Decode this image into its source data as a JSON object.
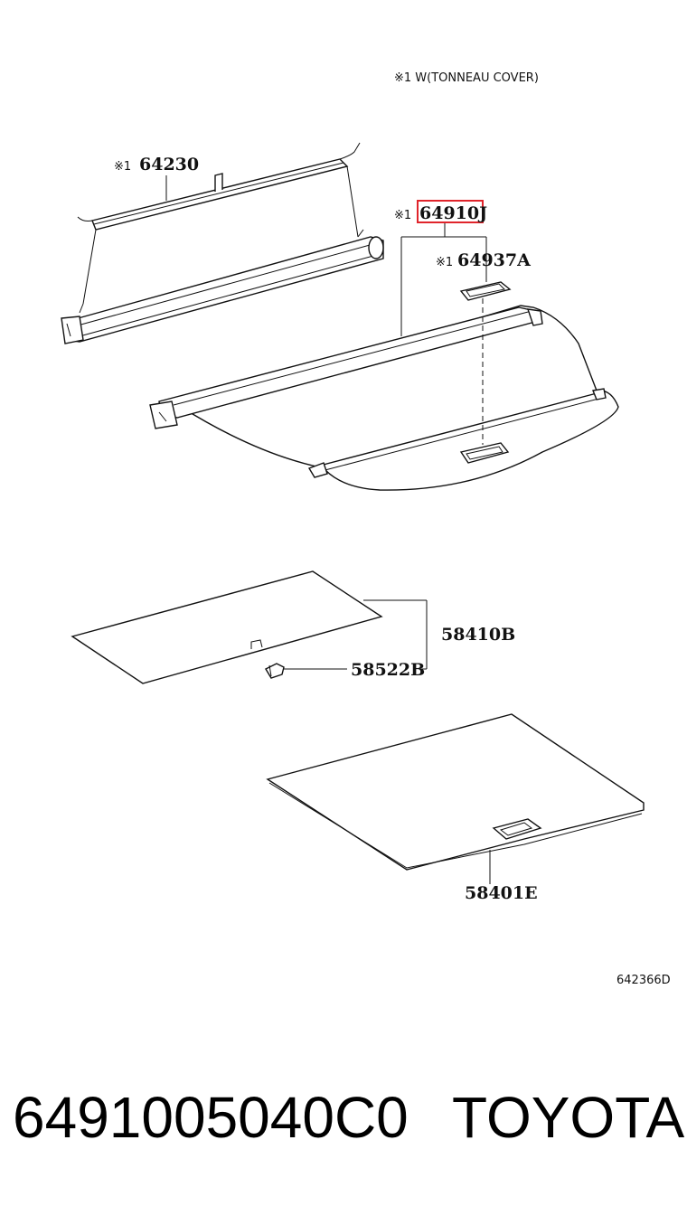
{
  "header_note": "※1  W(TONNEAU COVER)",
  "labels": {
    "tonneau_roll": {
      "mark": "※1",
      "number": "64230"
    },
    "cover_assembly": {
      "mark": "※1",
      "number": "64910J"
    },
    "cover_pad": {
      "mark": "※1",
      "number": "64937A"
    },
    "deck_board": {
      "number": "58410B"
    },
    "clip": {
      "number": "58522B"
    },
    "floor_board": {
      "number": "58401E"
    }
  },
  "diagram_ref": "642366D",
  "footer": {
    "part_number": "6491005040C0",
    "brand": "TOYOTA"
  },
  "colors": {
    "highlight": "#e0242b",
    "ink": "#111111"
  }
}
